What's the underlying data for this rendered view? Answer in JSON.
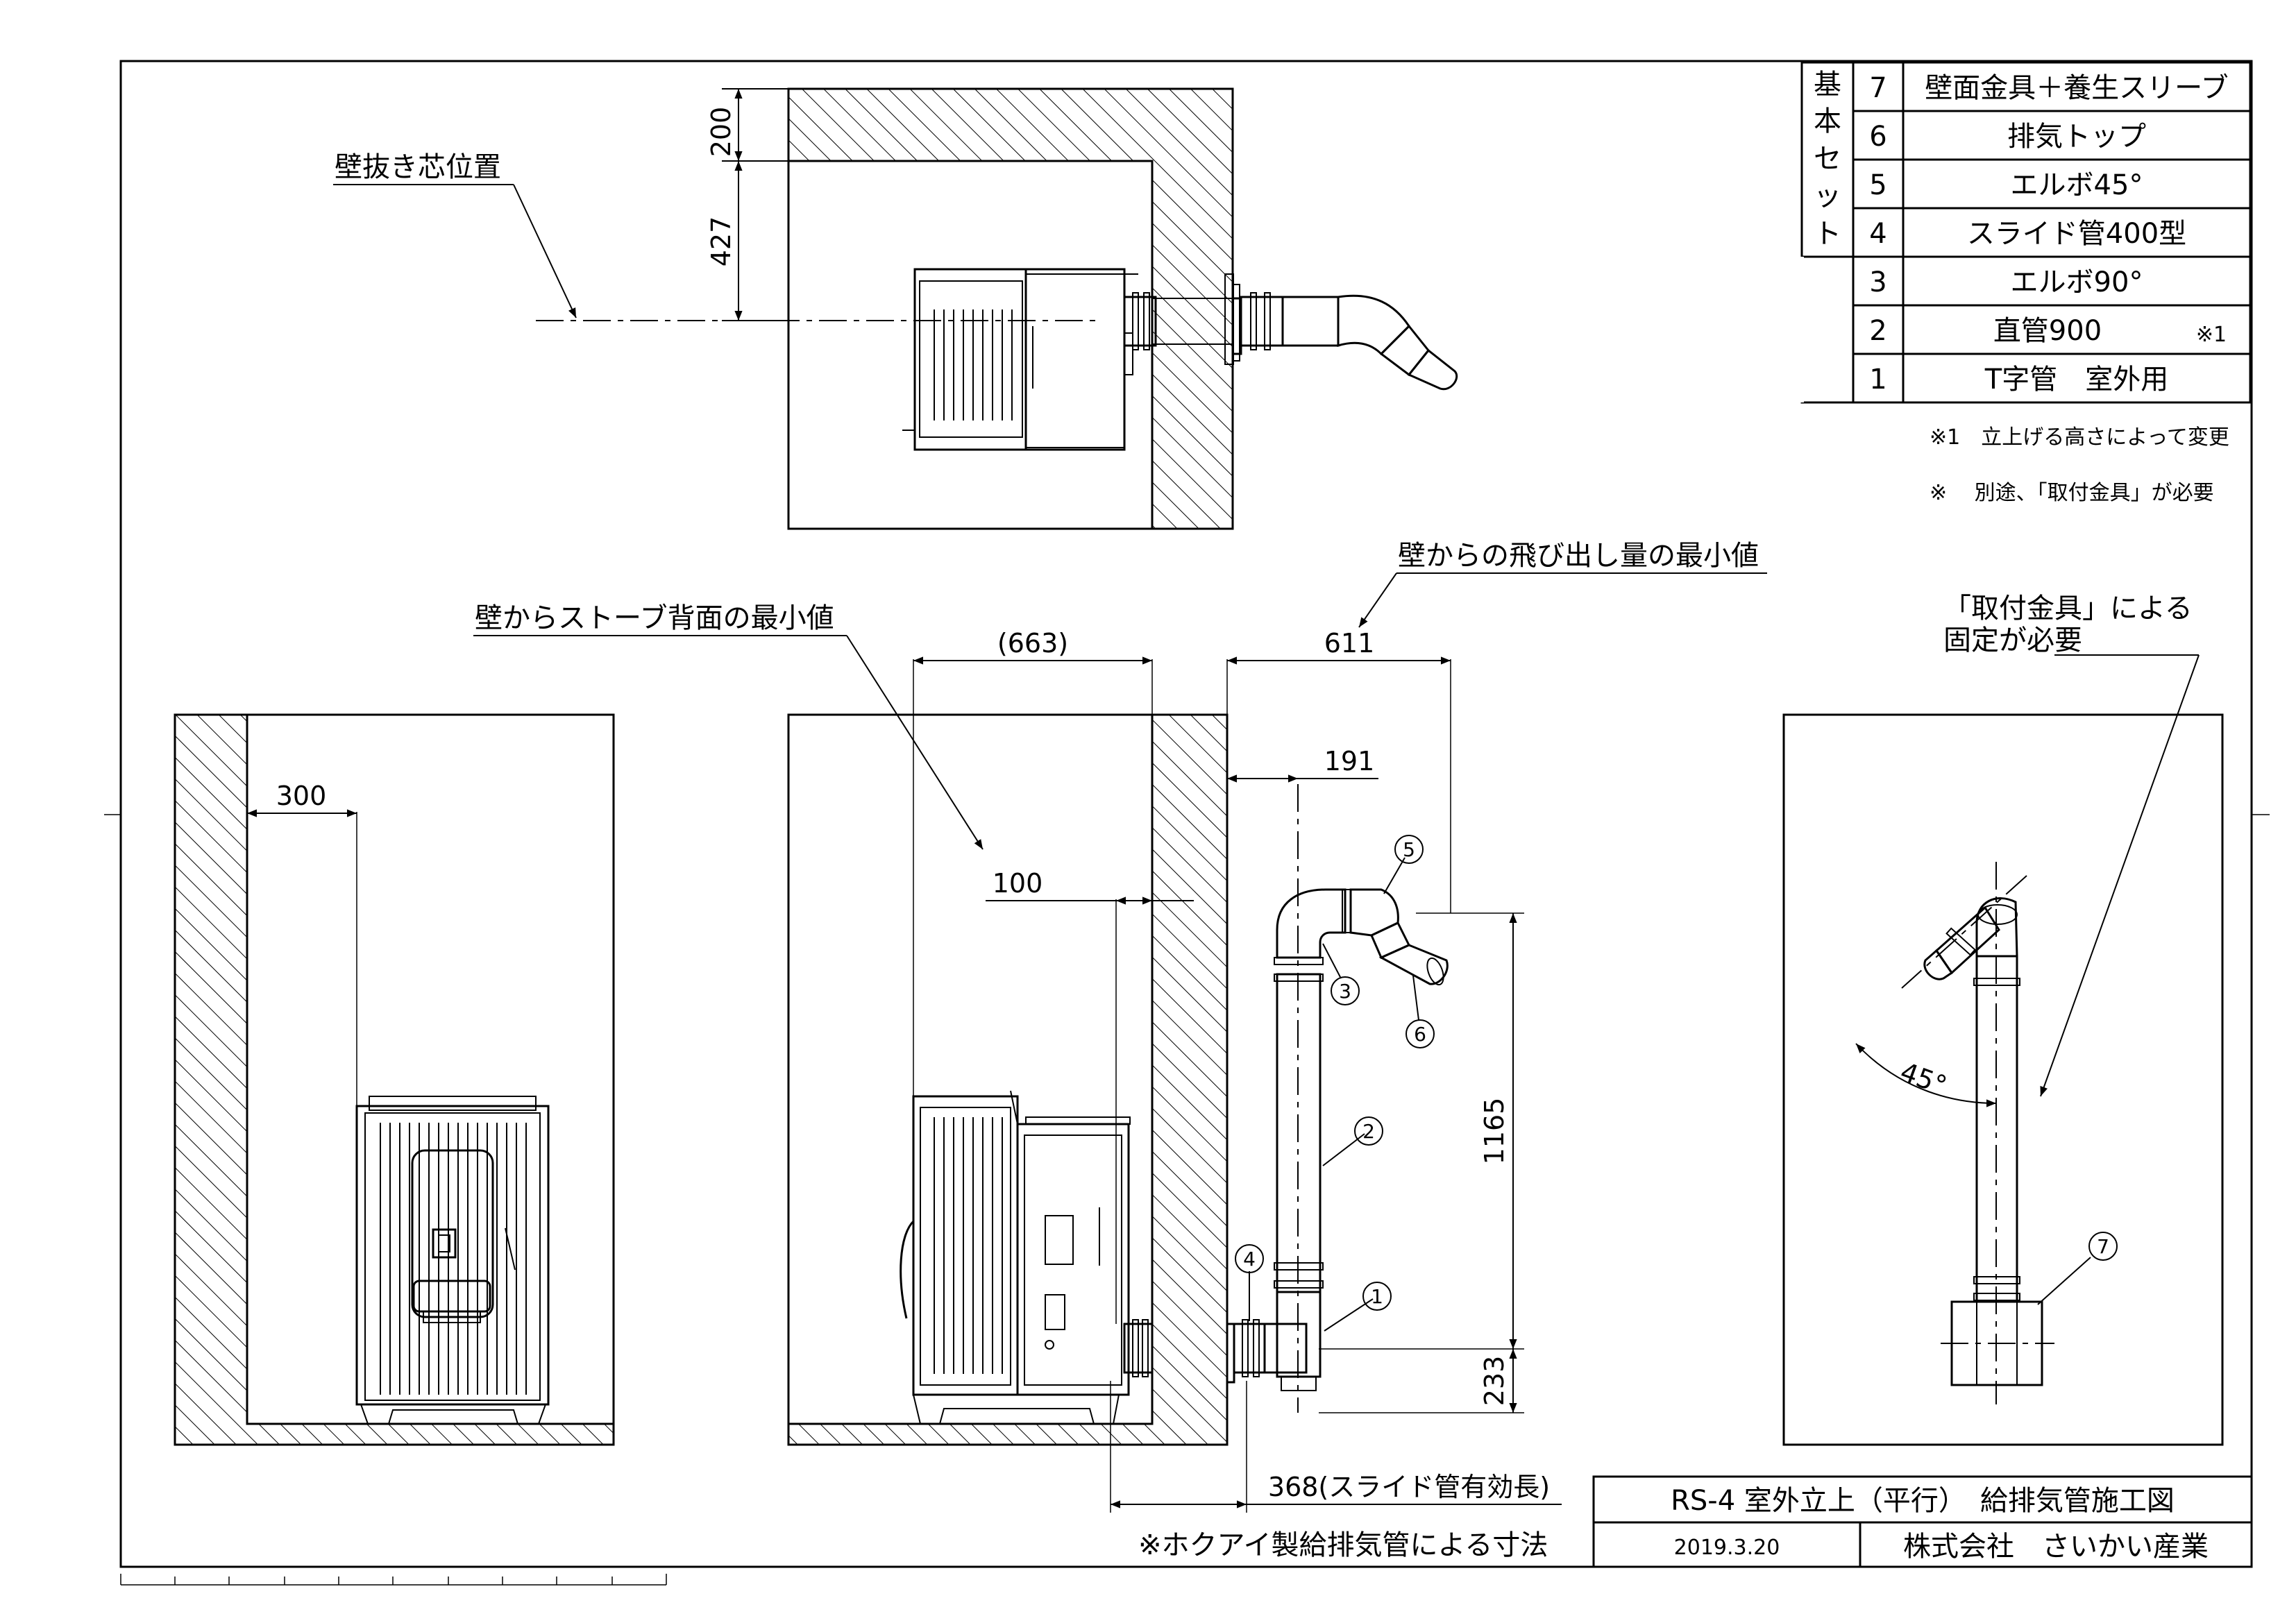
{
  "notes": {
    "wall_center": "壁抜き芯位置",
    "min_projection": "壁からの飛び出し量の最小値",
    "min_stove_back": "壁からストーブ背面の最小値",
    "bracket_line1": "「取付金具」による",
    "bracket_line2": "固定が必要",
    "footnote1": "※1　立上げる高さによって変更",
    "footnote2": "※　 別途、「取付金具」が必要",
    "hokuai_dims": "※ホクアイ製給排気管による寸法"
  },
  "dimensions": {
    "d200": "200",
    "d427": "427",
    "d663": "(663)",
    "d611": "611",
    "d191": "191",
    "d300": "300",
    "d100": "100",
    "d1165": "1165",
    "d233": "233",
    "d368": "368(スライド管有効長)",
    "angle45": "45°"
  },
  "parts_table": {
    "group_label": [
      "基",
      "本",
      "セ",
      "ッ",
      "ト"
    ],
    "rows": [
      {
        "no": "7",
        "name": "壁面金具＋養生スリーブ",
        "note": ""
      },
      {
        "no": "6",
        "name": "排気トップ",
        "note": ""
      },
      {
        "no": "5",
        "name": "エルボ45°",
        "note": ""
      },
      {
        "no": "4",
        "name": "スライド管400型",
        "note": ""
      },
      {
        "no": "3",
        "name": "エルボ90°",
        "note": ""
      },
      {
        "no": "2",
        "name": "直管900",
        "note": "※1"
      },
      {
        "no": "1",
        "name": "T字管　室外用",
        "note": ""
      }
    ]
  },
  "balloons": {
    "b1": "1",
    "b2": "2",
    "b3": "3",
    "b4": "4",
    "b5": "5",
    "b6": "6",
    "b7": "7"
  },
  "title_block": {
    "title": "RS-4 室外立上（平行）　給排気管施工図",
    "date": "2019.3.20",
    "company": "株式会社　さいかい産業"
  }
}
